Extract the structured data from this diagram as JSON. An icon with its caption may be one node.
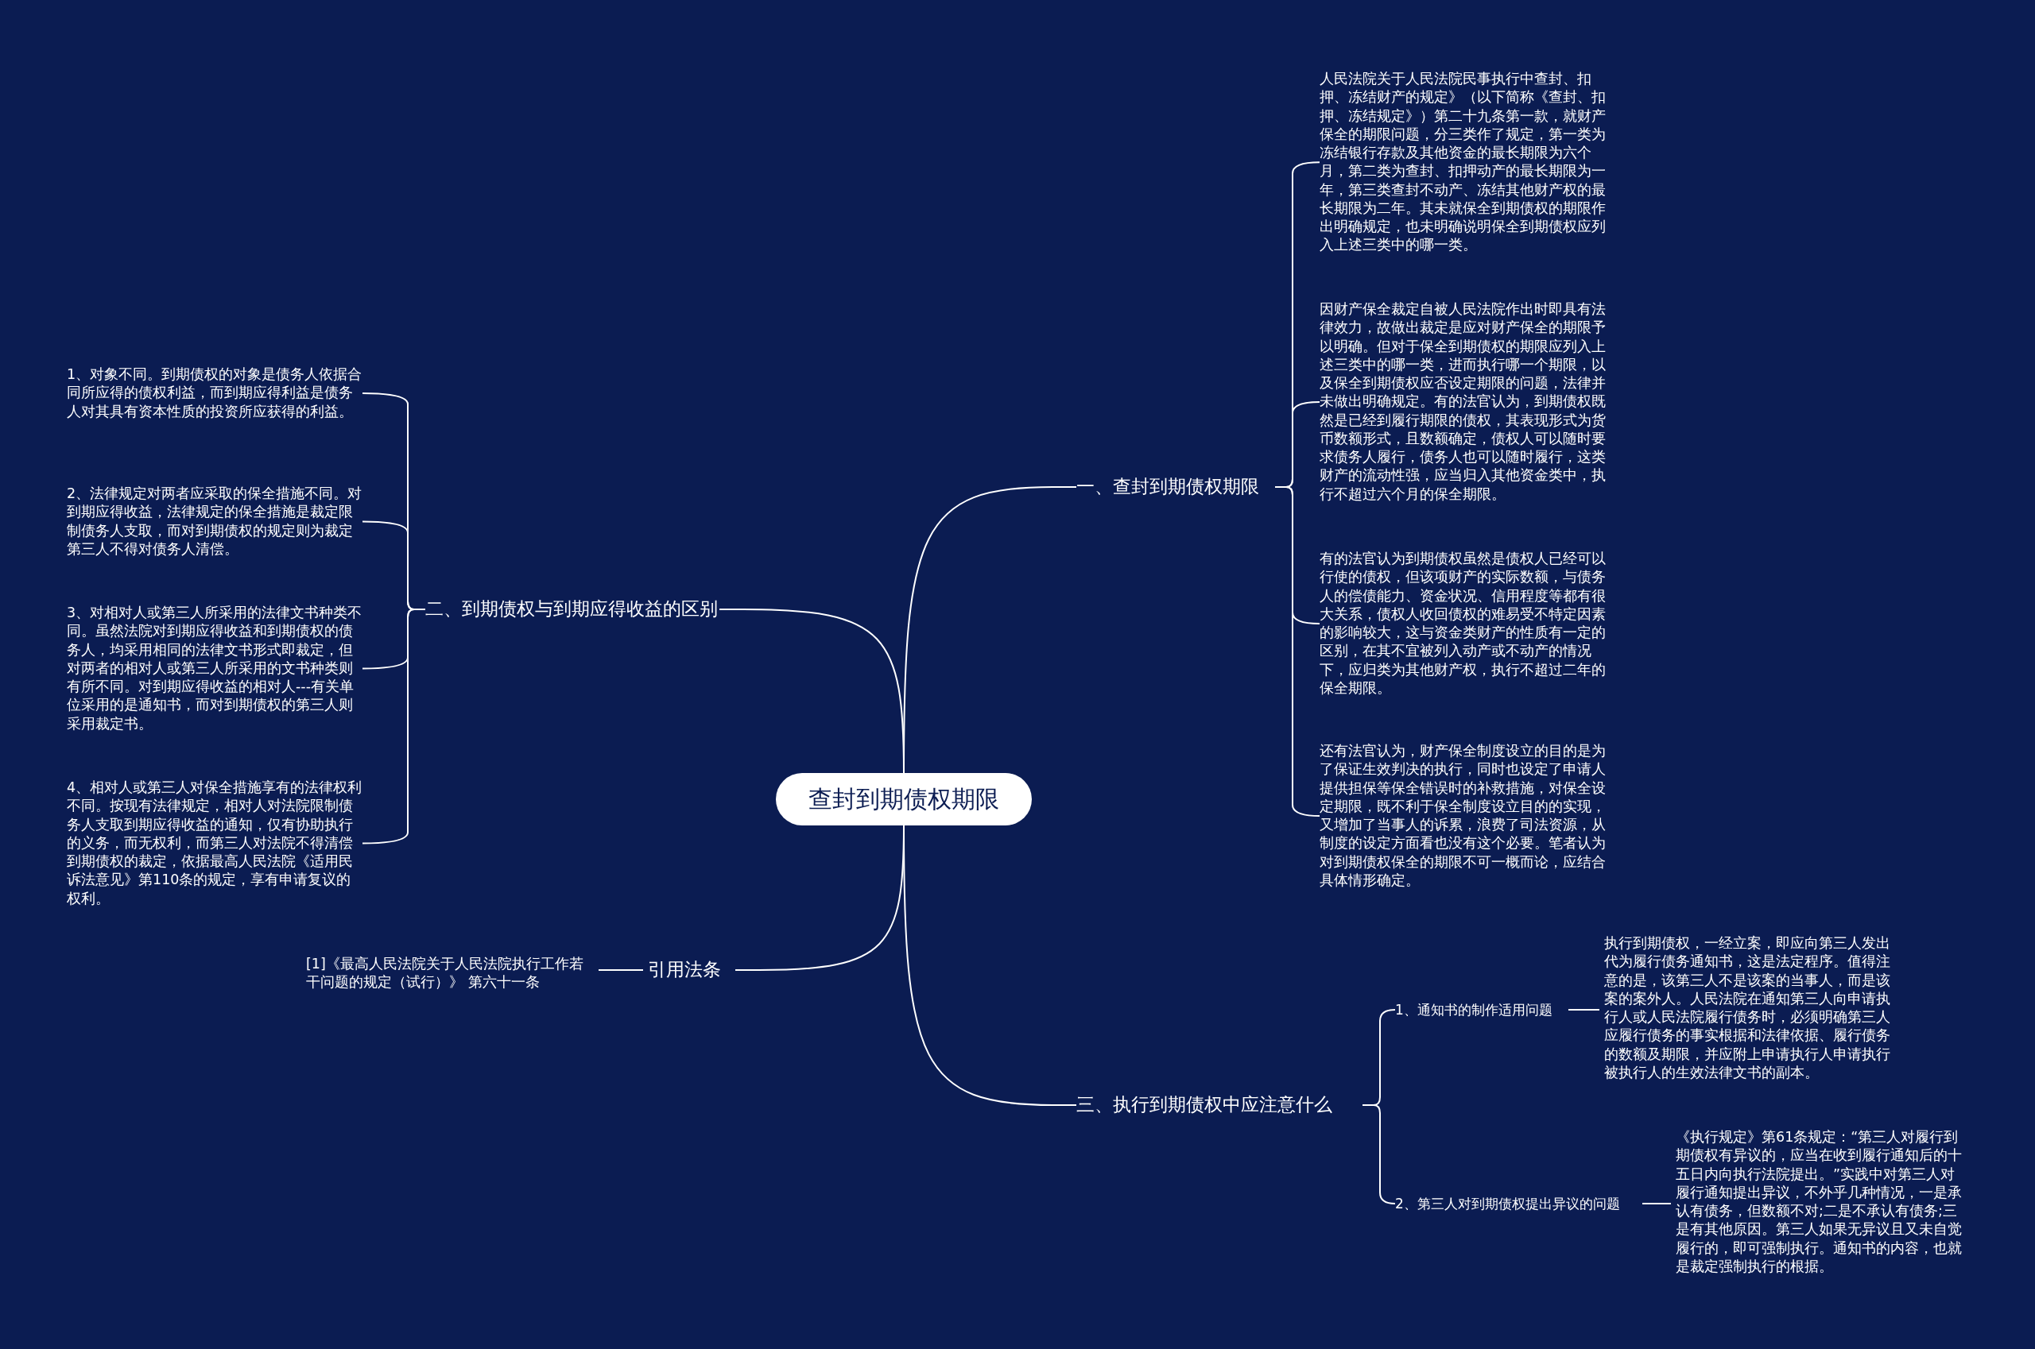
{
  "diagram": {
    "nodes": [
      {
        "text": [
          "查封到期债权期限"
        ]
      },
      {
        "text": [
          "一、查封到期债权期限"
        ]
      },
      {
        "text": [
          "人民法院关于人民法院民事执行中查封、扣押、冻结财产的规定》（以下简称《查封、扣押、冻结规定》）第二十九条第一款，就财产保全的期限问题，分三类作了规定，第一类为冻结银行存款及其他资金的最长期限为六个月，第二类为查封、扣押动产的最长期限为一年，第三类查封不动产、冻结其他财产权的最长期限为二年。其未就保全到期债权的期限作出明确规定，也未明确说明保全到期债权应列入上述三类中的哪一类。"
        ]
      },
      {
        "text": [
          "因财产保全裁定自被人民法院作出时即具有法律效力，故做出裁定是应对财产保全的期限予以明确。但对于保全到期债权的期限应列入上述三类中的哪一类，进而执行哪一个期限，以及保全到期债权应否设定期限的问题，法律并未做出明确规定。有的法官认为，到期债权既然是已经到履行期限的债权，其表现形式为货币数额形式，且数额确定，债权人可以随时要求债务人履行，债务人也可以随时履行，这类财产的流动性强，应当归入其他资金类中，执行不超过六个月的保全期限。"
        ]
      },
      {
        "text": [
          "有的法官认为到期债权虽然是债权人已经可以行使的债权，但该项财产的实际数额，与债务人的偿债能力、资金状况、信用程度等都有很大关系，债权人收回债权的难易受不特定因素的影响较大，这与资金类财产的性质有一定的区别，在其不宜被列入动产或不动产的情况下，应归类为其他财产权，执行不超过二年的保全期限。"
        ]
      },
      {
        "text": [
          "还有法官认为，财产保全制度设立的目的是为了保证生效判决的执行，同时也设定了申请人提供担保等保全错误时的补救措施，对保全设定期限，既不利于保全制度设立目的的实现，又增加了当事人的诉累，浪费了司法资源，从制度的设定方面看也没有这个必要。笔者认为对到期债权保全的期限不可一概而论，应结合具体情形确定。"
        ]
      },
      {
        "text": [
          "二、到期债权与到期应得收益的区别"
        ]
      },
      {
        "text": [
          "1、对象不同。到期债权的对象是债务人依据合同所应得的债权利益，而到期应得利益是债务人对其具有资本性质的投资所应获得的利益。"
        ]
      },
      {
        "text": [
          "2、法律规定对两者应采取的保全措施不同。对到期应得收益，法律规定的保全措施是裁定限制债务人支取，而对到期债权的规定则为裁定第三人不得对债务人清偿。"
        ]
      },
      {
        "text": [
          "3、对相对人或第三人所采用的法律文书种类不同。虽然法院对到期应得收益和到期债权的债务人，均采用相同的法律文书形式即裁定，但对两者的相对人或第三人所采用的文书种类则有所不同。对到期应得收益的相对人---有关单位采用的是通知书，而对到期债权的第三人则采用裁定书。"
        ]
      },
      {
        "text": [
          "4、相对人或第三人对保全措施享有的法律权利不同。按现有法律规定，相对人对法院限制债务人支取到期应得收益的通知，仅有协助执行的义务，而无权利，而第三人对法院不得清偿到期债权的裁定，依据最高人民法院《适用民诉法意见》第110条的规定，享有申请复议的权利。"
        ]
      },
      {
        "text": [
          "引用法条"
        ]
      },
      {
        "text": [
          "[1]《最高人民法院关于人民法院执行工作若干问题的规定（试行）》 第六十一条"
        ]
      },
      {
        "text": [
          "三、执行到期债权中应注意什么"
        ]
      },
      {
        "text": [
          "1、通知书的制作适用问题"
        ]
      },
      {
        "text": [
          "执行到期债权，一经立案，即应向第三人发出代为履行债务通知书，这是法定程序。值得注意的是，该第三人不是该案的当事人，而是该案的案外人。人民法院在通知第三人向申请执行人或人民法院履行债务时，必须明确第三人应履行债务的事实根据和法律依据、履行债务的数额及期限，并应附上申请执行人申请执行被执行人的生效法律文书的副本。"
        ]
      },
      {
        "text": [
          "2、第三人对到期债权提出异议的问题"
        ]
      },
      {
        "text": [
          "《执行规定》第61条规定：“第三人对履行到期债权有异议的，应当在收到履行通知后的十五日内向执行法院提出。”实践中对第三人对履行通知提出异议，不外乎几种情况，一是承认有债务，但数额不对;二是不承认有债务;三是有其他原因。第三人如果无异议且又未自觉履行的，即可强制执行。通知书的内容，也就是裁定强制执行的根据。"
        ]
      }
    ],
    "edges": [
      {
        "from": 0,
        "to": 1,
        "arrow": "none"
      },
      {
        "from": 1,
        "to": 2,
        "arrow": "none"
      },
      {
        "from": 1,
        "to": 3,
        "arrow": "none"
      },
      {
        "from": 1,
        "to": 4,
        "arrow": "none"
      },
      {
        "from": 1,
        "to": 5,
        "arrow": "none"
      },
      {
        "from": 0,
        "to": 6,
        "arrow": "none"
      },
      {
        "from": 6,
        "to": 7,
        "arrow": "none"
      },
      {
        "from": 6,
        "to": 8,
        "arrow": "none"
      },
      {
        "from": 6,
        "to": 9,
        "arrow": "none"
      },
      {
        "from": 6,
        "to": 10,
        "arrow": "none"
      },
      {
        "from": 0,
        "to": 11,
        "arrow": "none"
      },
      {
        "from": 11,
        "to": 12,
        "arrow": "none"
      },
      {
        "from": 0,
        "to": 13,
        "arrow": "none"
      },
      {
        "from": 13,
        "to": 14,
        "arrow": "none"
      },
      {
        "from": 13,
        "to": 16,
        "arrow": "none"
      },
      {
        "from": 14,
        "to": 15,
        "arrow": "none"
      },
      {
        "from": 16,
        "to": 17,
        "arrow": "none"
      }
    ]
  }
}
